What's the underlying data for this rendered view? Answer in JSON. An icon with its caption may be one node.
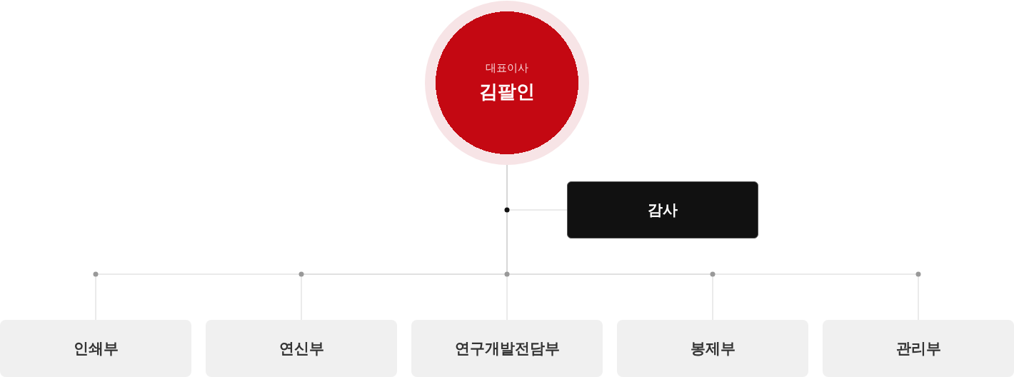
{
  "diagram": {
    "nodes": [
      {
        "text": [
          "대표이사",
          "김팔인"
        ]
      },
      {
        "text": [
          "감사"
        ]
      },
      {
        "text": [
          "인쇄부"
        ]
      },
      {
        "text": [
          "연신부"
        ]
      },
      {
        "text": [
          "연구개발전담부"
        ]
      },
      {
        "text": [
          "봉제부"
        ]
      },
      {
        "text": [
          "관리부"
        ]
      }
    ],
    "edges": [
      {
        "from": 0,
        "to": 1,
        "arrow": "none"
      },
      {
        "from": 0,
        "to": 2,
        "arrow": "none"
      },
      {
        "from": 0,
        "to": 3,
        "arrow": "none"
      },
      {
        "from": 0,
        "to": 4,
        "arrow": "none"
      },
      {
        "from": 0,
        "to": 5,
        "arrow": "none"
      },
      {
        "from": 0,
        "to": 6,
        "arrow": "none"
      }
    ]
  }
}
